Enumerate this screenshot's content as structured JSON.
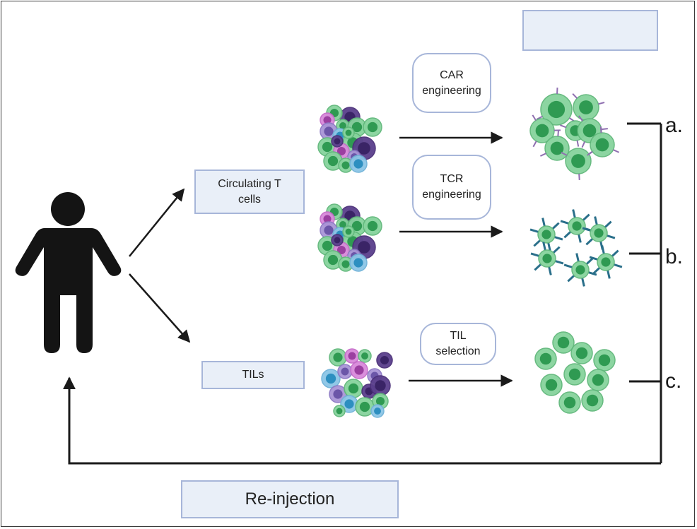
{
  "boxes": {
    "top_right": "",
    "circulating": "Circulating T cells",
    "tils": "TILs",
    "reinjection": "Re-injection"
  },
  "steps": {
    "car": "CAR engineering",
    "tcr": "TCR engineering",
    "til": "TIL selection"
  },
  "labels": {
    "a": "a.",
    "b": "b.",
    "c": "c."
  },
  "colors": {
    "box_fill": "#e9eff8",
    "box_border": "#a7b6d9",
    "arrow": "#1a1a1a",
    "cell_green": "#7ccf94",
    "cell_green_nucleus": "#2f9a52",
    "cell_purple": "#5b3f8c",
    "cell_pink": "#cf6fd0",
    "cell_blue": "#7ab8dd",
    "receptor": "#2a6f8a"
  }
}
